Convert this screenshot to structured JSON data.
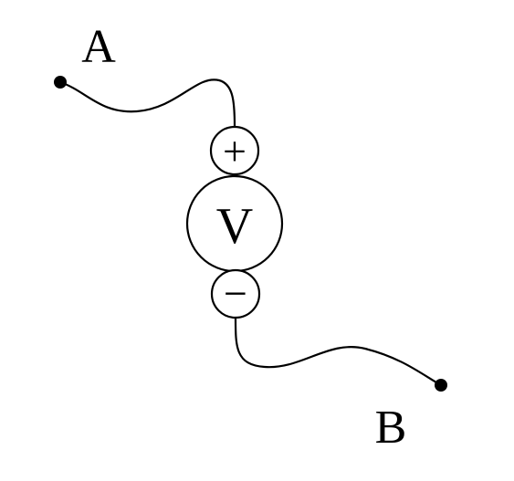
{
  "diagram": {
    "terminal_a_label": "A",
    "terminal_b_label": "B",
    "meter_label": "V",
    "positive_sign": "+",
    "negative_sign": "−"
  },
  "colors": {
    "stroke": "#000000",
    "background": "#ffffff"
  }
}
